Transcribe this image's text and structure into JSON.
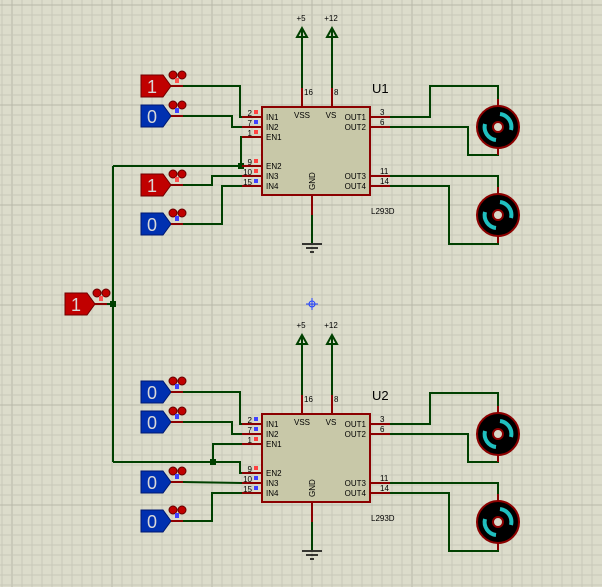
{
  "colors": {
    "background": "#dcdccb",
    "wire": "#004000",
    "pin": "#8b0000",
    "chip_fill": "#c8c8a8",
    "probe_high": "#c00000",
    "probe_low": "#0030b0",
    "motor_rotor": "#20c0c0"
  },
  "chips": [
    {
      "ref": "U1",
      "part": "L293D",
      "left_pins": [
        {
          "num": "2",
          "name": "IN1",
          "state": "high"
        },
        {
          "num": "7",
          "name": "IN2",
          "state": "low"
        },
        {
          "num": "1",
          "name": "EN1",
          "state": "high"
        },
        {
          "num": "9",
          "name": "EN2",
          "state": "high"
        },
        {
          "num": "10",
          "name": "IN3",
          "state": "high"
        },
        {
          "num": "15",
          "name": "IN4",
          "state": "low"
        }
      ],
      "right_pins": [
        {
          "num": "3",
          "name": "OUT1"
        },
        {
          "num": "6",
          "name": "OUT2"
        },
        {
          "num": "11",
          "name": "OUT3"
        },
        {
          "num": "14",
          "name": "OUT4"
        }
      ],
      "top_pins": [
        {
          "num": "16",
          "name": "VSS",
          "rail": "+5"
        },
        {
          "num": "8",
          "name": "VS",
          "rail": "+12"
        }
      ],
      "gnd": "GND",
      "probes": [
        "1",
        "0",
        "1",
        "0"
      ]
    },
    {
      "ref": "U2",
      "part": "L293D",
      "left_pins": [
        {
          "num": "2",
          "name": "IN1",
          "state": "low"
        },
        {
          "num": "7",
          "name": "IN2",
          "state": "low"
        },
        {
          "num": "1",
          "name": "EN1",
          "state": "high"
        },
        {
          "num": "9",
          "name": "EN2",
          "state": "high"
        },
        {
          "num": "10",
          "name": "IN3",
          "state": "low"
        },
        {
          "num": "15",
          "name": "IN4",
          "state": "low"
        }
      ],
      "right_pins": [
        {
          "num": "3",
          "name": "OUT1"
        },
        {
          "num": "6",
          "name": "OUT2"
        },
        {
          "num": "11",
          "name": "OUT3"
        },
        {
          "num": "14",
          "name": "OUT4"
        }
      ],
      "top_pins": [
        {
          "num": "16",
          "name": "VSS",
          "rail": "+5"
        },
        {
          "num": "8",
          "name": "VS",
          "rail": "+12"
        }
      ],
      "gnd": "GND",
      "probes": [
        "0",
        "0",
        "0",
        "0"
      ]
    }
  ],
  "enable_probe": "1"
}
